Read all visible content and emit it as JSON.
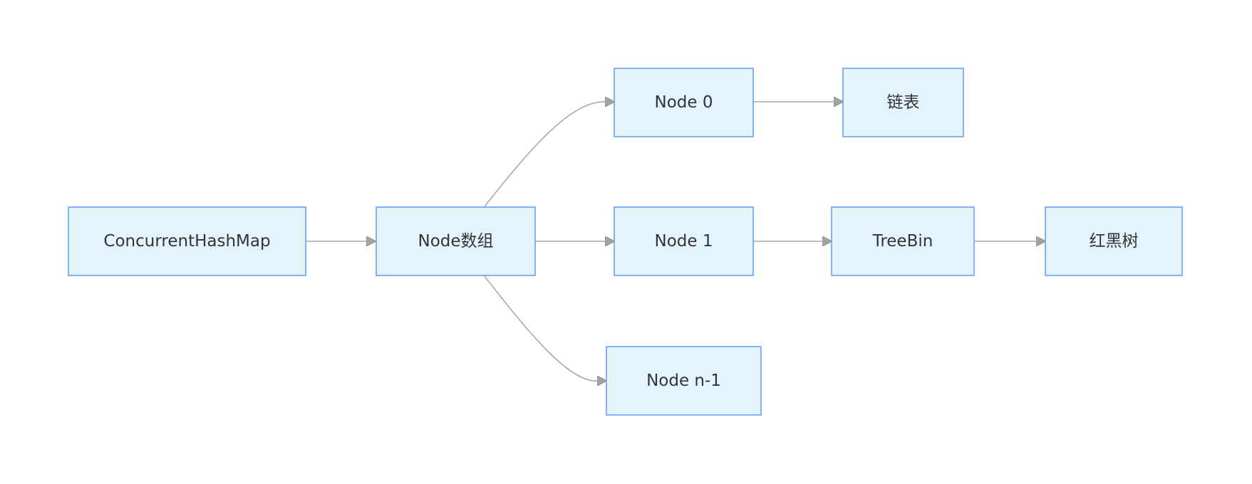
{
  "nodes": {
    "concurrent_hashmap": "ConcurrentHashMap",
    "node_array": "Node数组",
    "node_0": "Node 0",
    "node_1": "Node 1",
    "node_n_minus_1": "Node n-1",
    "linked_list": "链表",
    "tree_bin": "TreeBin",
    "red_black_tree": "红黑树"
  },
  "colors": {
    "node_fill": "#e4f4fc",
    "node_border": "#6b9ef7",
    "edge": "#a9a9a9",
    "text": "#333333"
  }
}
